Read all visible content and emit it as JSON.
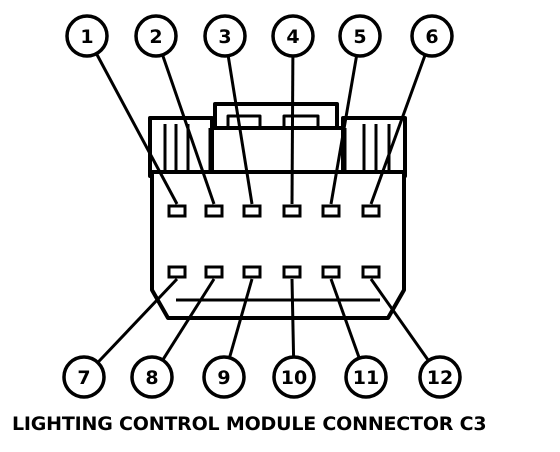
{
  "pins_top": [
    "1",
    "2",
    "3",
    "4",
    "5",
    "6"
  ],
  "pins_bottom": [
    "7",
    "8",
    "9",
    "10",
    "11",
    "12"
  ],
  "caption": "LIGHTING CONTROL MODULE CONNECTOR C3"
}
